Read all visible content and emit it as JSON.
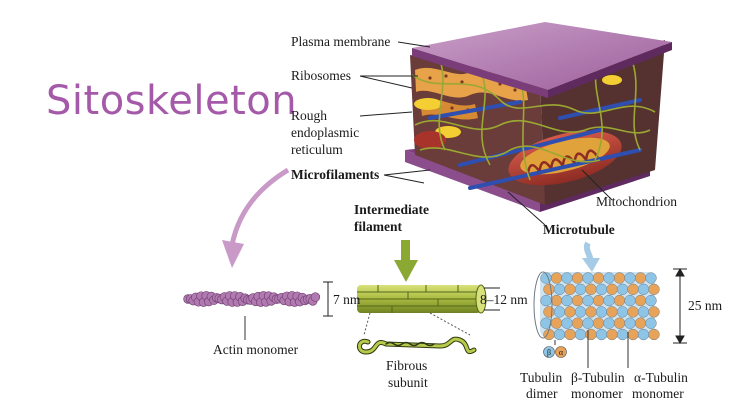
{
  "title": "Sitoskeleton",
  "labels": {
    "plasma_membrane": "Plasma membrane",
    "ribosomes": "Ribosomes",
    "rough_er_1": "Rough",
    "rough_er_2": "endoplasmic",
    "rough_er_3": "reticulum",
    "microfilaments": "Microfilaments",
    "intermediate_1": "Intermediate",
    "intermediate_2": "filament",
    "microtubule": "Microtubule",
    "mitochondrion": "Mitochondrion",
    "actin_monomer": "Actin monomer",
    "fibrous_1": "Fibrous",
    "fibrous_2": "subunit",
    "tubulin_dimer_1": "Tubulin",
    "tubulin_dimer_2": "dimer",
    "beta_tubulin_1": "β-Tubulin",
    "beta_tubulin_2": "monomer",
    "alpha_tubulin_1": "α-Tubulin",
    "alpha_tubulin_2": "monomer",
    "beta_symbol": "β",
    "alpha_symbol": "α"
  },
  "dimensions": {
    "actin": "7 nm",
    "intermediate": "8–12 nm",
    "microtubule": "25 nm"
  },
  "colors": {
    "title": "#a45aa8",
    "membrane": "#b77fb6",
    "arrow_purple": "#c99ac8",
    "arrow_green": "#8aa832",
    "arrow_blue": "#a6cbe6",
    "beta_tubulin": "#e8a35a",
    "alpha_tubulin": "#8ec5e6"
  }
}
